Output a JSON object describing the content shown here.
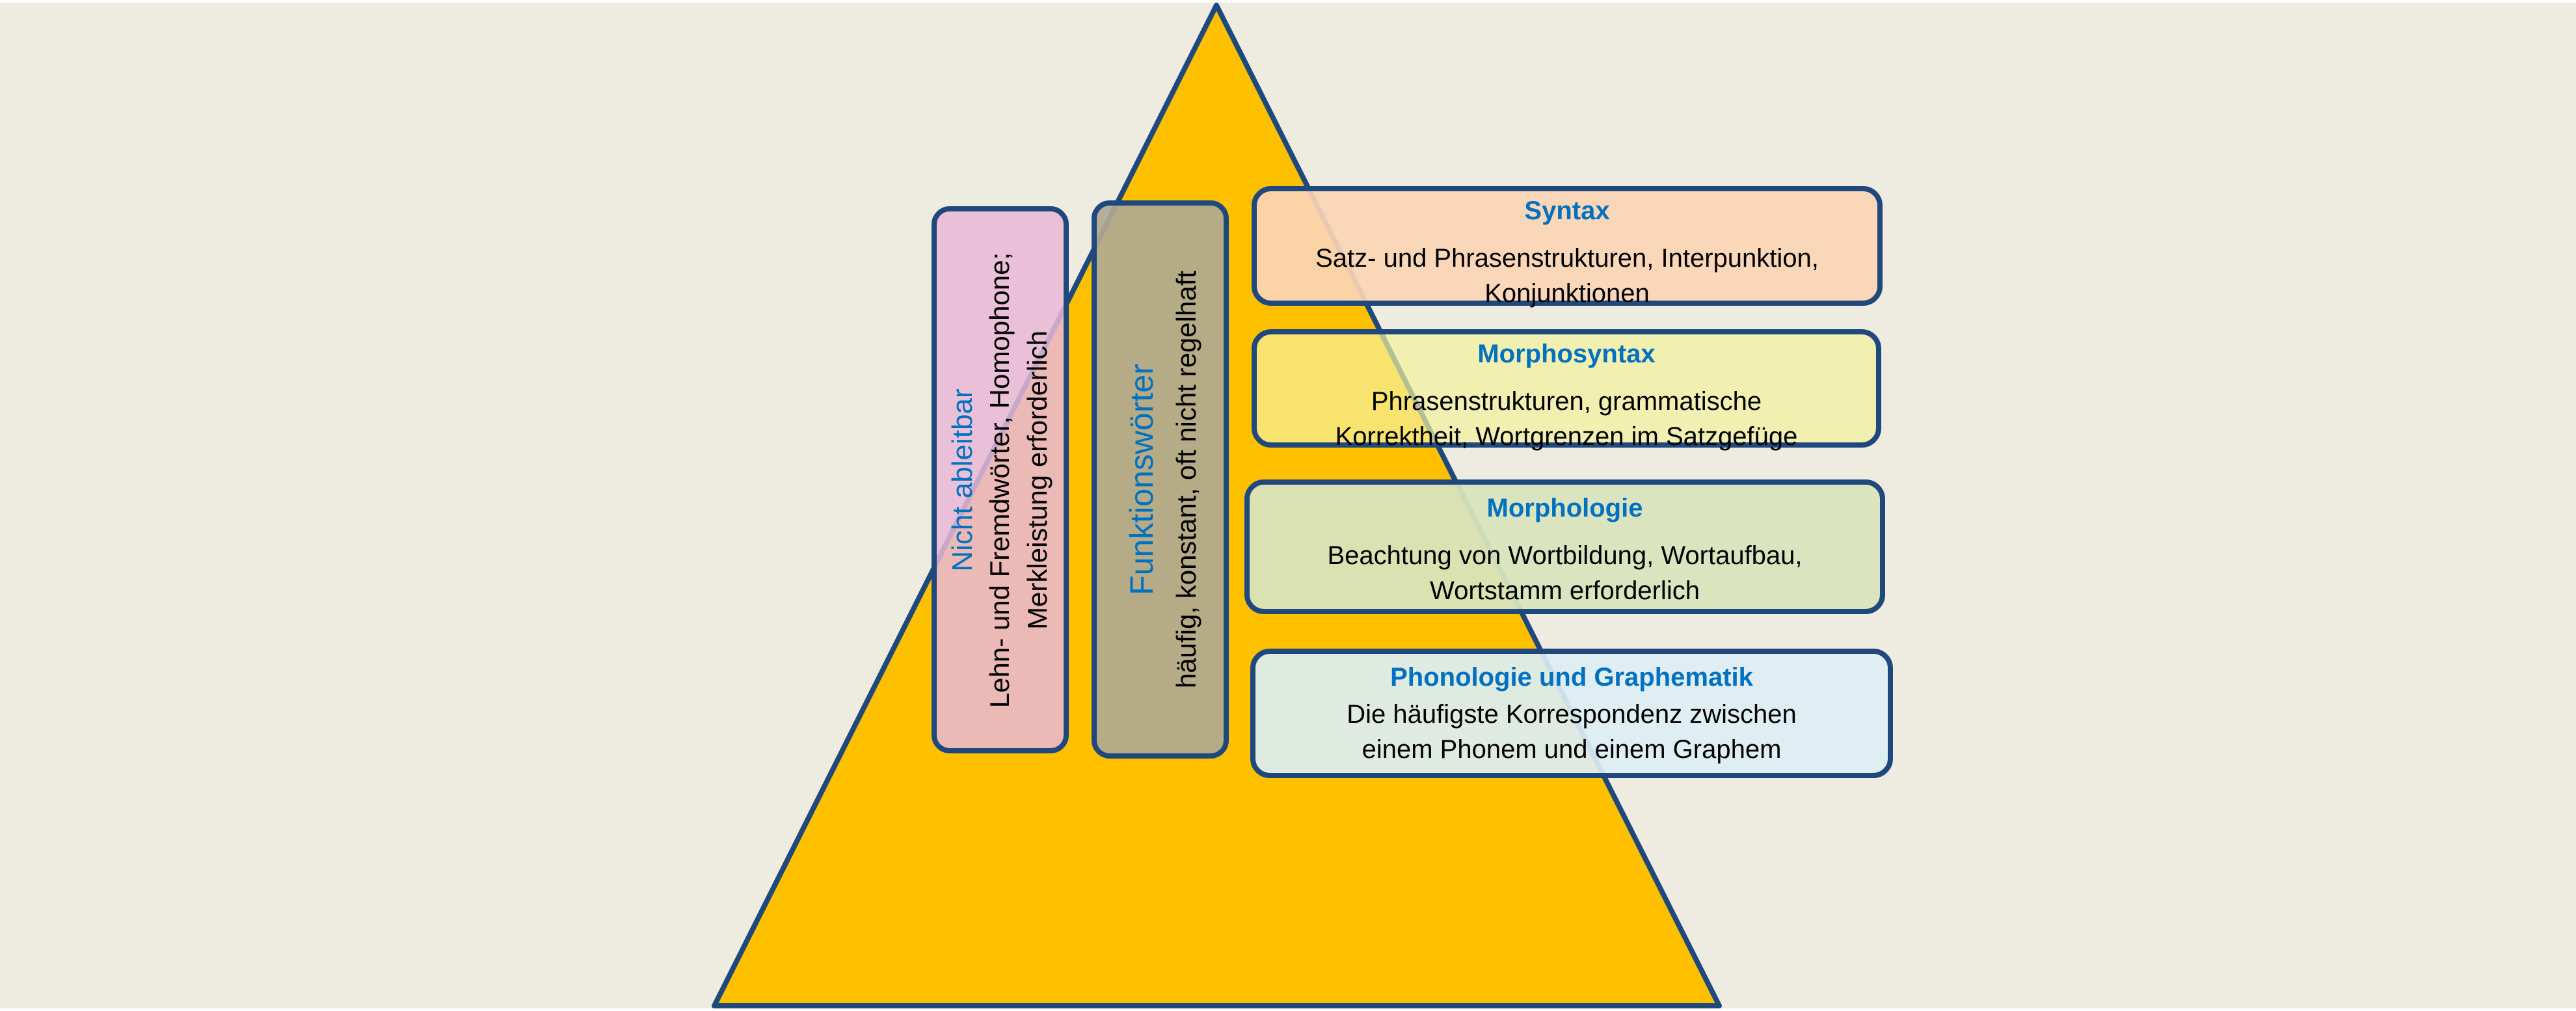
{
  "diagram": {
    "title": "Rechtschreibpyramide",
    "colors": {
      "background": "#EEEBE0",
      "pyramid_fill": "#FFC000",
      "outline": "#1F497D",
      "heading": "#0070C0",
      "syntax_fill": "#FBD5B5",
      "morphosyntax_fill": "#F3F29C",
      "morphologie_fill": "#D8E4BC",
      "phonologie_fill": "#DCEEF2",
      "nicht_ableitbar_fill": "#E8B8D6",
      "funktionswoerter_fill": "#B0A992"
    },
    "levels": [
      {
        "heading": "Syntax",
        "lines": [
          "Satz- und Phrasenstrukturen, Interpunktion,",
          "Konjunktionen"
        ]
      },
      {
        "heading": "Morphosyntax",
        "lines": [
          "Phrasenstrukturen, grammatische",
          "Korrektheit, Wortgrenzen im Satzgefüge"
        ]
      },
      {
        "heading": "Morphologie",
        "lines": [
          "Beachtung von Wortbildung, Wortaufbau,",
          "Wortstamm erforderlich"
        ]
      },
      {
        "heading": "Phonologie und Graphematik",
        "lines": [
          "Die häufigste Korrespondenz zwischen",
          "einem Phonem und einem Graphem"
        ]
      }
    ],
    "side_boxes": [
      {
        "heading": "Nicht ableitbar",
        "lines": [
          "Lehn- und Fremdwörter, Homophone;",
          "Merkleistung erforderlich"
        ]
      },
      {
        "heading": "Funktionswörter",
        "lines": [
          "häufig, konstant, oft nicht regelhaft"
        ]
      }
    ]
  }
}
